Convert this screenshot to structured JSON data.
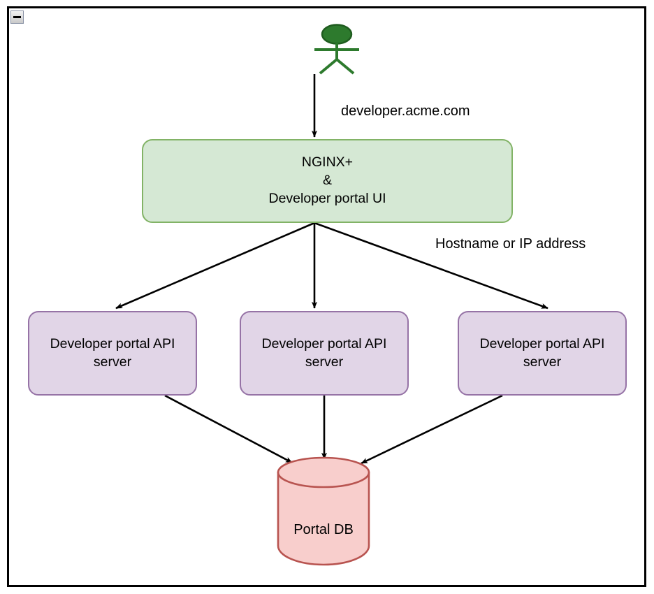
{
  "frame": {
    "collapse_button": {
      "icon": "minus-icon",
      "label": "-"
    }
  },
  "diagram": {
    "type": "architecture-flow",
    "actor": {
      "name": "user-actor",
      "icon": "stick-figure-actor-icon",
      "color": "#2d7a2d",
      "outline_color": "#1f5c1f"
    },
    "nodes": [
      {
        "id": "nginx-node",
        "lines": [
          "NGINX+",
          "&",
          "Developer portal UI"
        ],
        "fill": "#d5e8d4",
        "stroke": "#82b366"
      },
      {
        "id": "api-node-1",
        "lines": [
          "Developer portal API",
          "server"
        ],
        "fill": "#e1d5e7",
        "stroke": "#9673a6"
      },
      {
        "id": "api-node-2",
        "lines": [
          "Developer portal API",
          "server"
        ],
        "fill": "#e1d5e7",
        "stroke": "#9673a6"
      },
      {
        "id": "api-node-3",
        "lines": [
          "Developer portal API",
          "server"
        ],
        "fill": "#e1d5e7",
        "stroke": "#9673a6"
      },
      {
        "id": "portal-db",
        "label": "Portal DB",
        "shape": "cylinder",
        "fill": "#f8cecc",
        "stroke": "#b85450"
      }
    ],
    "edge_labels": {
      "actor_to_nginx": "developer.acme.com",
      "nginx_to_api": "Hostname or IP address"
    },
    "arrow_color": "#000000"
  }
}
